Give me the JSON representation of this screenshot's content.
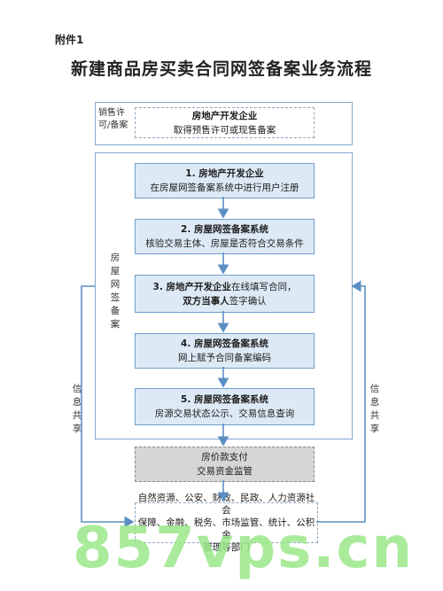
{
  "header": {
    "attachment": "附件1",
    "title": "新建商品房买卖合同网签备案业务流程"
  },
  "permit_section": {
    "side_label": "销售许可/备案",
    "side_label_lines": [
      "销售许",
      "可/备案"
    ],
    "box_line1": "房地产开发企业",
    "box_line2": "取得预售许可或现售备案"
  },
  "netsign_section": {
    "side_label_chars": [
      "房",
      "屋",
      "网",
      "签",
      "备",
      "案"
    ]
  },
  "steps": [
    {
      "line1": "1. 房地产开发企业",
      "line2": "在房屋网签备案系统中进行用户注册"
    },
    {
      "line1": "2. 房屋网签备案系统",
      "line2": "核验交易主体、房屋是否符合交易条件"
    },
    {
      "line1_bold": "3. 房地产开发企业",
      "line1_rest": "在线填写合同，",
      "line2_bold": "双方当事人",
      "line2_rest": "签字确认"
    },
    {
      "line1": "4. 房屋网签备案系统",
      "line2": "网上赋予合同备案编码"
    },
    {
      "line1": "5. 房屋网签备案系统",
      "line2": "房源交易状态公示、交易信息查询"
    }
  ],
  "payment_box": {
    "line1": "房价款支付",
    "line2": "交易资金监管"
  },
  "departments_box": {
    "line1": "自然资源、公安、财政、民政、人力资源社会",
    "line2": "保障、金融、税务、市场监管、统计、公积金",
    "line3": "管理等部门"
  },
  "info_share": {
    "left_chars": [
      "信",
      "息",
      "共",
      "享"
    ],
    "right_chars": [
      "信",
      "息",
      "共",
      "享"
    ]
  },
  "watermark": "857vps.cn",
  "colors": {
    "step_fill": "#ddeaf6",
    "border": "#6e9ecb",
    "arrow": "#5b8fc4",
    "gray_box": "#d6d6d6",
    "watermark": "#9be88a"
  }
}
